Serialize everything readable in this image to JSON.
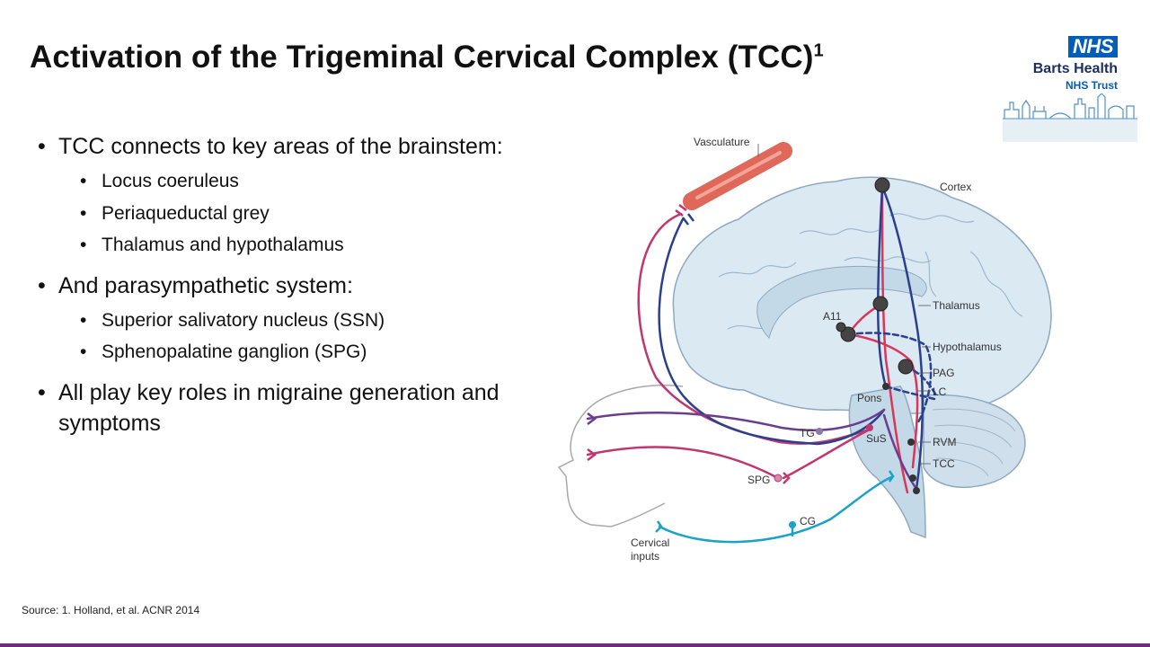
{
  "slide": {
    "title": "Activation of the Trigeminal Cervical Complex (TCC)",
    "title_superscript": "1",
    "bullet_glyph": "•"
  },
  "bullets": {
    "items": [
      {
        "text": "TCC connects to key areas of the brainstem:",
        "subitems": [
          "Locus coeruleus",
          "Periaqueductal grey",
          "Thalamus and hypothalamus"
        ]
      },
      {
        "text": "And parasympathetic system:",
        "subitems": [
          "Superior salivatory nucleus (SSN)",
          "Sphenopalatine ganglion (SPG)"
        ]
      },
      {
        "text": "All play key roles in migraine generation and symptoms",
        "subitems": []
      }
    ]
  },
  "logo": {
    "nhs": "NHS",
    "org_name": "Barts Health",
    "org_sub": "NHS Trust",
    "colors": {
      "nhs_blue": "#005eb8",
      "navy": "#1b2f5c"
    }
  },
  "diagram": {
    "labels": {
      "vasculature": "Vasculature",
      "cortex": "Cortex",
      "thalamus": "Thalamus",
      "a11": "A11",
      "hypothalamus": "Hypothalamus",
      "pag": "PAG",
      "lc": "LC",
      "pons": "Pons",
      "tg": "TG",
      "sus": "SuS",
      "rvm": "RVM",
      "tcc": "TCC",
      "spg": "SPG",
      "cg": "CG",
      "cervical_line1": "Cervical",
      "cervical_line2": "inputs"
    },
    "colors": {
      "pathway_red": "#d8365a",
      "pathway_navy": "#2b3f8f",
      "pathway_purple": "#6b3d8f",
      "pathway_magenta": "#c2366f",
      "pathway_cyan": "#1aa3c6",
      "brain_fill": "#dbe9f3",
      "vessel": "#e0685a"
    }
  },
  "footer": {
    "source": "Source:  1. Holland, et al. ACNR 2014"
  }
}
